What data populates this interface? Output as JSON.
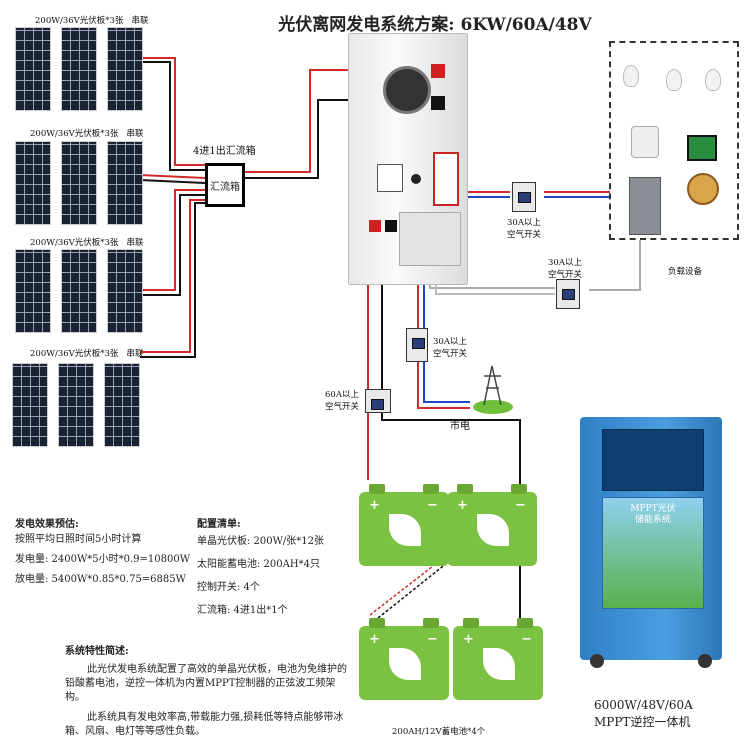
{
  "title": "光伏离网发电系统方案: 6KW/60A/48V",
  "panel_groups": [
    {
      "label": "200W/36V光伏板*3张",
      "series": "串联"
    },
    {
      "label": "200W/36V光伏板*3张",
      "series": "串联"
    },
    {
      "label": "200W/36V光伏板*3张",
      "series": "串联"
    },
    {
      "label": "200W/36V光伏板*3张",
      "series": "串联"
    }
  ],
  "combiner": {
    "top_label": "4进1出汇流箱",
    "box_label": "汇流箱"
  },
  "breakers": {
    "load": "30A以上\n空气开关",
    "grid_in": "30A以上\n空气开关",
    "mid": "30A以上\n空气开关",
    "battery": "60A以上\n空气开关"
  },
  "grid_label": "市电",
  "load_label": "负载设备",
  "battery_label": "200AH/12V蓄电池*4个",
  "product_caption": [
    "6000W/48V/60A",
    "MPPT逆控一体机"
  ],
  "product_screen_text": "MPPT光伏\n储能系统",
  "estimate": {
    "heading": "发电效果预估:",
    "lines": [
      "按照平均日照时间5小时计算",
      "发电量: 2400W*5小时*0.9=10800W",
      "放电量: 5400W*0.85*0.75=6885W"
    ]
  },
  "config": {
    "heading": "配置清单:",
    "lines": [
      "单晶光伏板: 200W/张*12张",
      "太阳能蓄电池: 200AH*4只",
      "控制开关: 4个",
      "汇流箱: 4进1出*1个"
    ]
  },
  "features": {
    "heading": "系统特性简述:",
    "para1": "此光伏发电系统配置了高效的单晶光伏板，电池为免维护的铅酸蓄电池，逆控一体机为内置MPPT控制器的正弦波工频架构。",
    "para2": "此系统具有发电效率高,带载能力强,损耗低等特点能够带冰箱、风扇、电灯等等感性负载。"
  },
  "colors": {
    "positive": "#d12a2a",
    "negative": "#111111",
    "ac_blue": "#1f45c8",
    "battery_green": "#7cc242",
    "product_blue": "#3b8fd6"
  }
}
